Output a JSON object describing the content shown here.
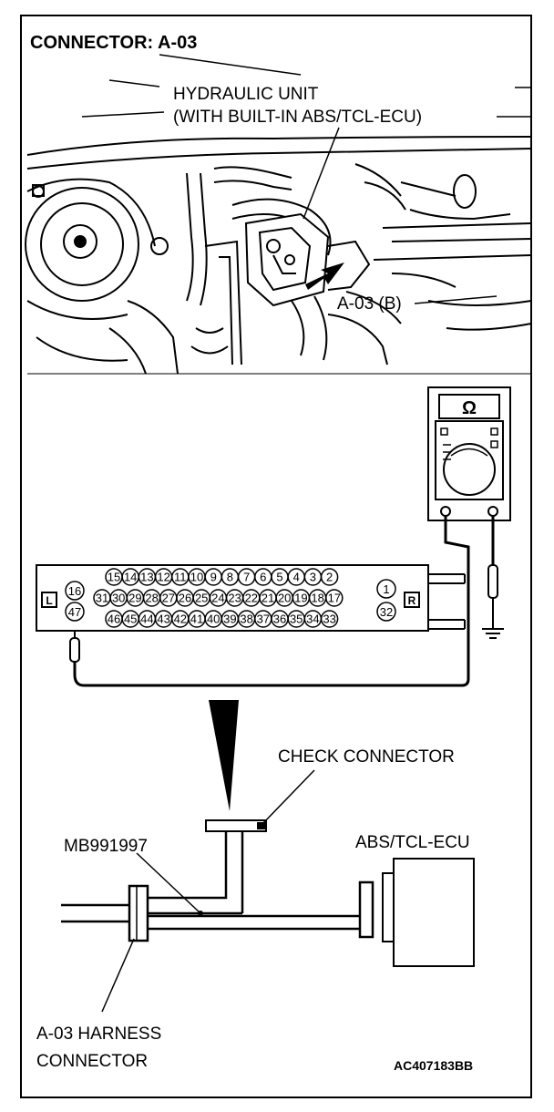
{
  "title": "CONNECTOR: A-03",
  "callouts": {
    "hydraulic_line1": "HYDRAULIC UNIT",
    "hydraulic_line2": "(WITH BUILT-IN ABS/TCL-ECU)",
    "connector_ref": "A-03 (B)",
    "check_connector": "CHECK CONNECTOR",
    "tool": "MB991997",
    "ecu": "ABS/TCL-ECU",
    "harness_line1": "A-03 HARNESS",
    "harness_line2": "CONNECTOR",
    "figure_code": "AC407183BB"
  },
  "meter": {
    "symbol": "Ω"
  },
  "connector_face": {
    "left_marker": "L",
    "right_marker": "R",
    "top_row": [
      "15",
      "14",
      "13",
      "12",
      "11",
      "10",
      "9",
      "8",
      "7",
      "6",
      "5",
      "4",
      "3",
      "2"
    ],
    "middle_row": [
      "31",
      "30",
      "29",
      "28",
      "27",
      "26",
      "25",
      "24",
      "23",
      "22",
      "21",
      "20",
      "19",
      "18",
      "17"
    ],
    "bottom_row": [
      "46",
      "45",
      "44",
      "43",
      "42",
      "41",
      "40",
      "39",
      "38",
      "37",
      "36",
      "35",
      "34",
      "33"
    ],
    "left_top": "16",
    "left_bottom": "47",
    "right_top": "1",
    "right_bottom": "32"
  }
}
